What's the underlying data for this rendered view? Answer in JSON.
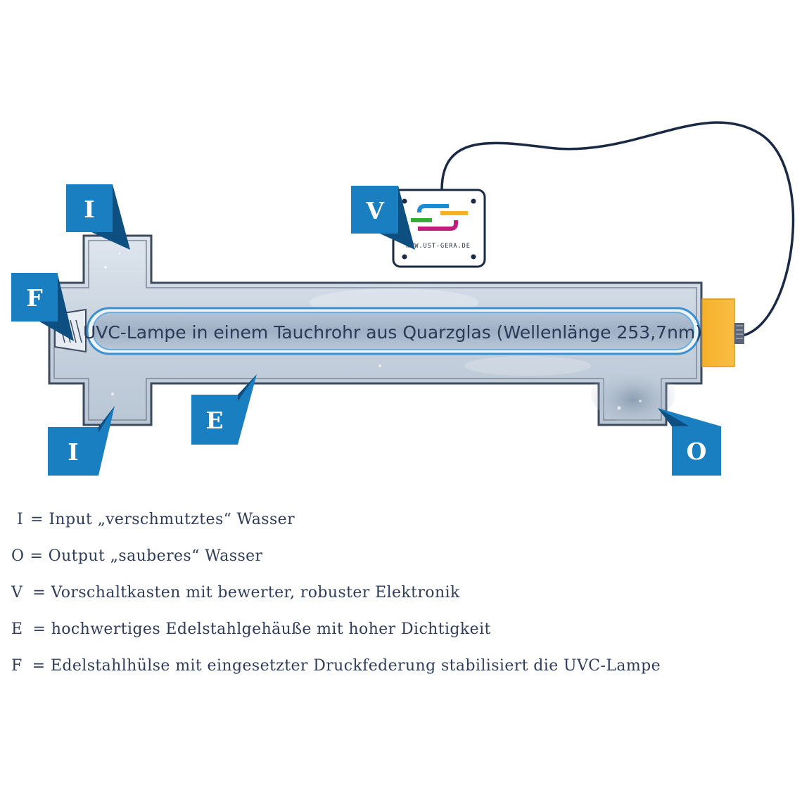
{
  "lamp_label": "UVC-Lampe in einem Tauchrohr aus Quarzglas (Wellenlänge 253,7nm)",
  "logo_url": "WWW.UST-GERA.DE",
  "tags": {
    "input_top": "I",
    "input_bottom": "I",
    "output": "O",
    "ballast": "V",
    "housing": "E",
    "sleeve": "F"
  },
  "legend": [
    {
      "key": "I",
      "text": "= Input „verschmutztes“ Wasser"
    },
    {
      "key": "O",
      "text": "= Output „sauberes“ Wasser"
    },
    {
      "key": "V",
      "text": "= Vorschaltkasten mit bewerter, robuster Elektronik"
    },
    {
      "key": "E",
      "text": "= hochwertiges Edelstahlgehäuße mit hoher Dichtigkeit"
    },
    {
      "key": "F",
      "text": "= Edelstahlhülse mit eingesetzter Druckfederung stabilisiert die UVC-Lampe"
    }
  ],
  "colors": {
    "tag_blue": "#1a7fc0",
    "tag_shadow": "#0d4f80",
    "housing_fill": "#c9d3de",
    "housing_stroke": "#3e4a5e",
    "lamp_blue": "#3a8fd0",
    "connector_yellow": "#f7b532",
    "cable": "#1b2a44",
    "logo_blue": "#1a8dd0",
    "logo_green": "#3aaa3a",
    "logo_magenta": "#c21d7e",
    "logo_yellow": "#f4b223"
  }
}
